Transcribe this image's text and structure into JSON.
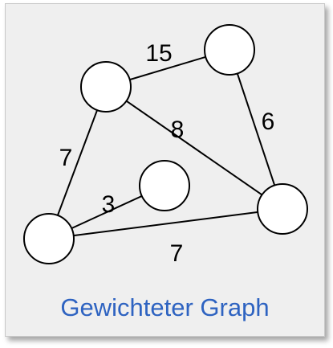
{
  "caption": "Gewichteter Graph",
  "colors": {
    "background": "#efefef",
    "caption": "#2e63c1",
    "node_fill": "#ffffff",
    "stroke": "#000000"
  },
  "nodes": [
    {
      "id": "A"
    },
    {
      "id": "B"
    },
    {
      "id": "C"
    },
    {
      "id": "D"
    },
    {
      "id": "E"
    }
  ],
  "edges": [
    {
      "from": "A",
      "to": "B",
      "weight": "15"
    },
    {
      "from": "A",
      "to": "E",
      "weight": "8"
    },
    {
      "from": "B",
      "to": "E",
      "weight": "6"
    },
    {
      "from": "A",
      "to": "D",
      "weight": "7"
    },
    {
      "from": "C",
      "to": "D",
      "weight": "3"
    },
    {
      "from": "D",
      "to": "E",
      "weight": "7"
    }
  ]
}
